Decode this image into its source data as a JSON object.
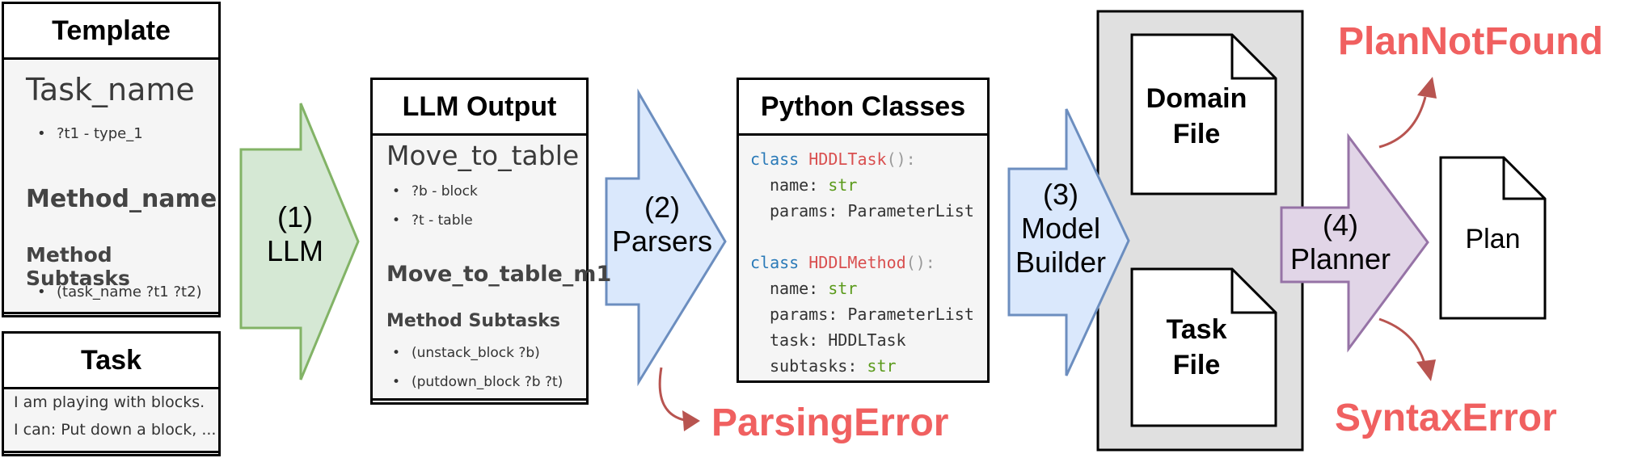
{
  "template": {
    "title": "Template",
    "task_name": "Task_name",
    "task_param": "?t1 - type_1",
    "method_name": "Method_name",
    "method_subtasks_heading": "Method Subtasks",
    "method_subtask": "(task_name ?t1 ?t2)"
  },
  "task": {
    "title": "Task",
    "line1": "I am playing with blocks.",
    "line2": "I can: Put down a block, ..."
  },
  "llm_output": {
    "title": "LLM Output",
    "task_name": "Move_to_table",
    "params": [
      "?b - block",
      "?t - table"
    ],
    "method_name": "Move_to_table_m1",
    "method_subtasks_heading": "Method Subtasks",
    "subtasks": [
      "(unstack_block ?b)",
      "(putdown_block ?b ?t)"
    ]
  },
  "python_classes": {
    "title": "Python Classes",
    "kw_class": "class",
    "task_class": "HDDLTask",
    "method_class": "HDDLMethod",
    "parens": "():",
    "name_field": "name: ",
    "params_field": "params: ",
    "task_field": "task: ",
    "subtasks_field": "subtasks: ",
    "str_type": "str",
    "paramlist_type": "ParameterList",
    "hddltask_type": "HDDLTask"
  },
  "steps": {
    "s1_num": "(1)",
    "s1_label": "LLM",
    "s2_num": "(2)",
    "s2_label": "Parsers",
    "s3_num": "(3)",
    "s3_label1": "Model",
    "s3_label2": "Builder",
    "s4_num": "(4)",
    "s4_label": "Planner"
  },
  "files": {
    "domain1": "Domain",
    "domain2": "File",
    "task1": "Task",
    "task2": "File",
    "plan": "Plan"
  },
  "errors": {
    "parsing": "ParsingError",
    "plan_not_found": "PlanNotFound",
    "syntax": "SyntaxError"
  },
  "colors": {
    "green_fill": "#d5e8d4",
    "green_stroke": "#82b366",
    "blue_fill": "#dae8fc",
    "blue_stroke": "#6c8ebf",
    "purple_fill": "#e1d5e7",
    "purple_stroke": "#9673a6",
    "error": "#f06060",
    "error_arrow": "#b85450",
    "gray_panel": "#e0e0e0"
  }
}
